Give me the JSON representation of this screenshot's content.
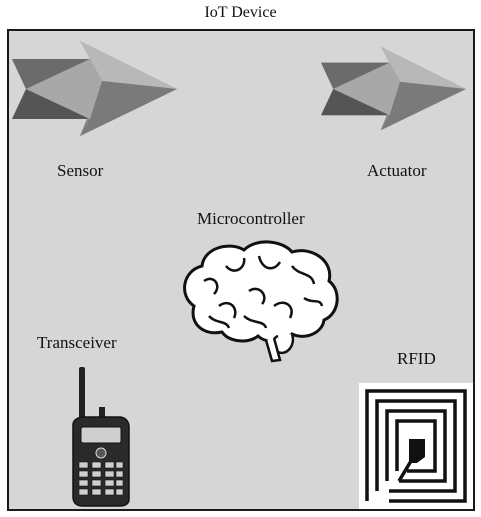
{
  "diagram": {
    "title": "IoT Device",
    "components": {
      "sensor": {
        "label": "Sensor",
        "icon": "arrow-icon"
      },
      "actuator": {
        "label": "Actuator",
        "icon": "arrow-icon"
      },
      "microcontroller": {
        "label": "Microcontroller",
        "icon": "brain-icon"
      },
      "transceiver": {
        "label": "Transceiver",
        "icon": "walkie-talkie-icon"
      },
      "rfid": {
        "label": "RFID",
        "icon": "rfid-tag-icon"
      }
    },
    "colors": {
      "panel": "#d6d6d6",
      "border": "#1a1a1a"
    }
  }
}
